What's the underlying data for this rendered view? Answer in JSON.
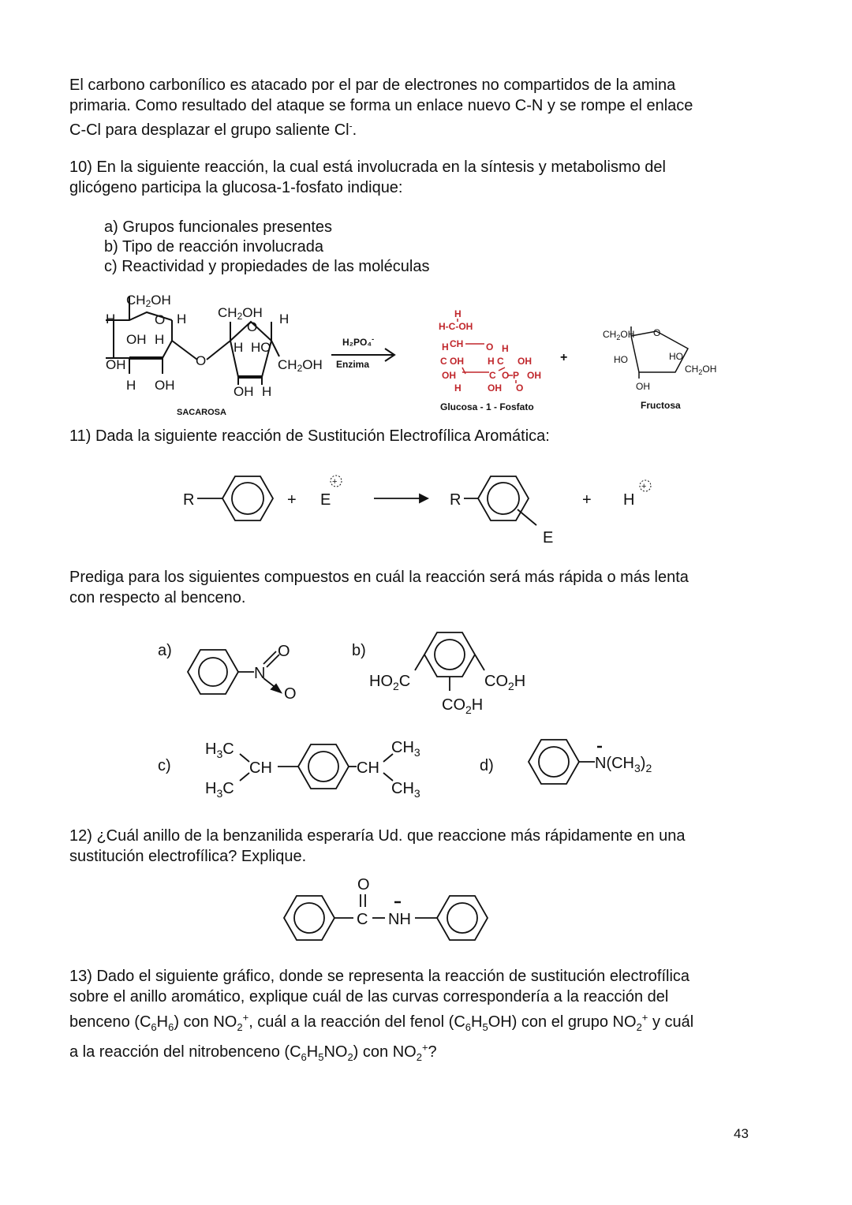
{
  "intro": {
    "l1": "El carbono carbonílico es atacado por el par de electrones no compartidos de la amina",
    "l2": "primaria. Como resultado del ataque se forma un enlace nuevo C-N y se rompe el enlace",
    "l3_prefix": "C-Cl para desplazar el grupo saliente Cl",
    "l3_sup": "-",
    "l3_suffix": "."
  },
  "q10": {
    "l1": "10)  En la siguiente reacción, la cual está involucrada en la síntesis y metabolismo del",
    "l2": "glicógeno participa la glucosa-1-fosfato indique:",
    "a": "a) Grupos funcionales presentes",
    "b": "b) Tipo de reacción involucrada",
    "c": "c) Reactividad y propiedades de las moléculas",
    "reagent": "H₂PO₄",
    "reagent_sup": "-",
    "catalyst": "Enzima",
    "plus": "+",
    "sacarosa_label": "SACAROSA",
    "glucosa_label": "Glucosa - 1 - Fosfato",
    "fructosa_label": "Fructosa"
  },
  "q11": {
    "title": "11) Dada la siguiente reacción de Sustitución Electrofílica Aromática:",
    "r": "R",
    "plus": "+",
    "e": "E",
    "h": "H",
    "charge": "+",
    "p1": "Prediga para los siguientes compuestos en cuál la reacción será más rápida o más lenta",
    "p2": "con respecto al benceno.",
    "a": "a)",
    "b": "b)",
    "c": "c)",
    "d": "d)"
  },
  "q12": {
    "l1": "12) ¿Cuál anillo de la benzanilida esperaría Ud. que reaccione más rápidamente en una",
    "l2": "sustitución electrofílica? Explique."
  },
  "q13": {
    "l1": "13) Dado el siguiente gráfico, donde se representa la reacción de sustitución electrofílica",
    "l2": "sobre el anillo aromático, explique cuál de las curvas correspondería a la reacción del",
    "l3_a": "benceno (C",
    "l3_b": "H",
    "l3_c": ") con NO",
    "l3_d": ", cuál a la reacción del fenol (C",
    "l3_e": "H",
    "l3_f": "OH) con el grupo NO",
    "l3_g": " y cuál",
    "l4_a": "a la reacción del nitrobenceno (C",
    "l4_b": "H",
    "l4_c": "NO",
    "l4_d": ") con NO",
    "l4_e": "?",
    "sub6": "6",
    "sub5": "5",
    "sub2": "2",
    "sup_plus": "+"
  },
  "page_number": "43"
}
